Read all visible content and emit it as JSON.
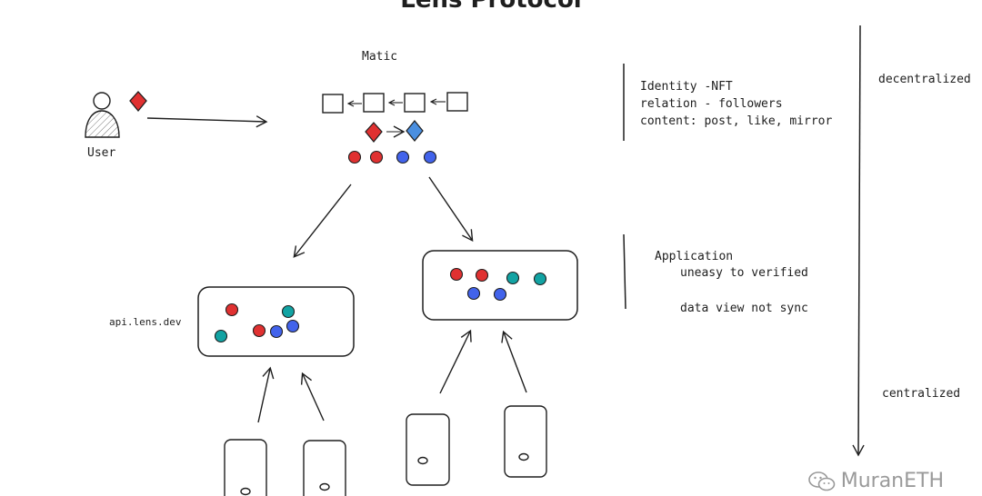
{
  "title": "Lens Protocol",
  "matic_label": "Matic",
  "user_label": "User",
  "notes_top": {
    "line1": "Identity -NFT",
    "line2": "relation  - followers",
    "line3": "content: post, like, mirror"
  },
  "notes_app": {
    "heading": "Application",
    "line1": "uneasy to verified",
    "line2": "data view not sync"
  },
  "api_label": "api.lens.dev",
  "decentralized_label": "decentralized",
  "centralized_label": "centralized",
  "watermark": "MuranETH",
  "colors": {
    "red": "#e03131",
    "blue": "#4263eb",
    "teal": "#12a3a3",
    "stroke": "#1e1e1e",
    "diamond_red": "#e03131",
    "diamond_blue": "#4a8fe0"
  },
  "icons": [
    "user-icon",
    "diamond-icon",
    "block-icon",
    "phone-icon",
    "wechat-icon"
  ]
}
